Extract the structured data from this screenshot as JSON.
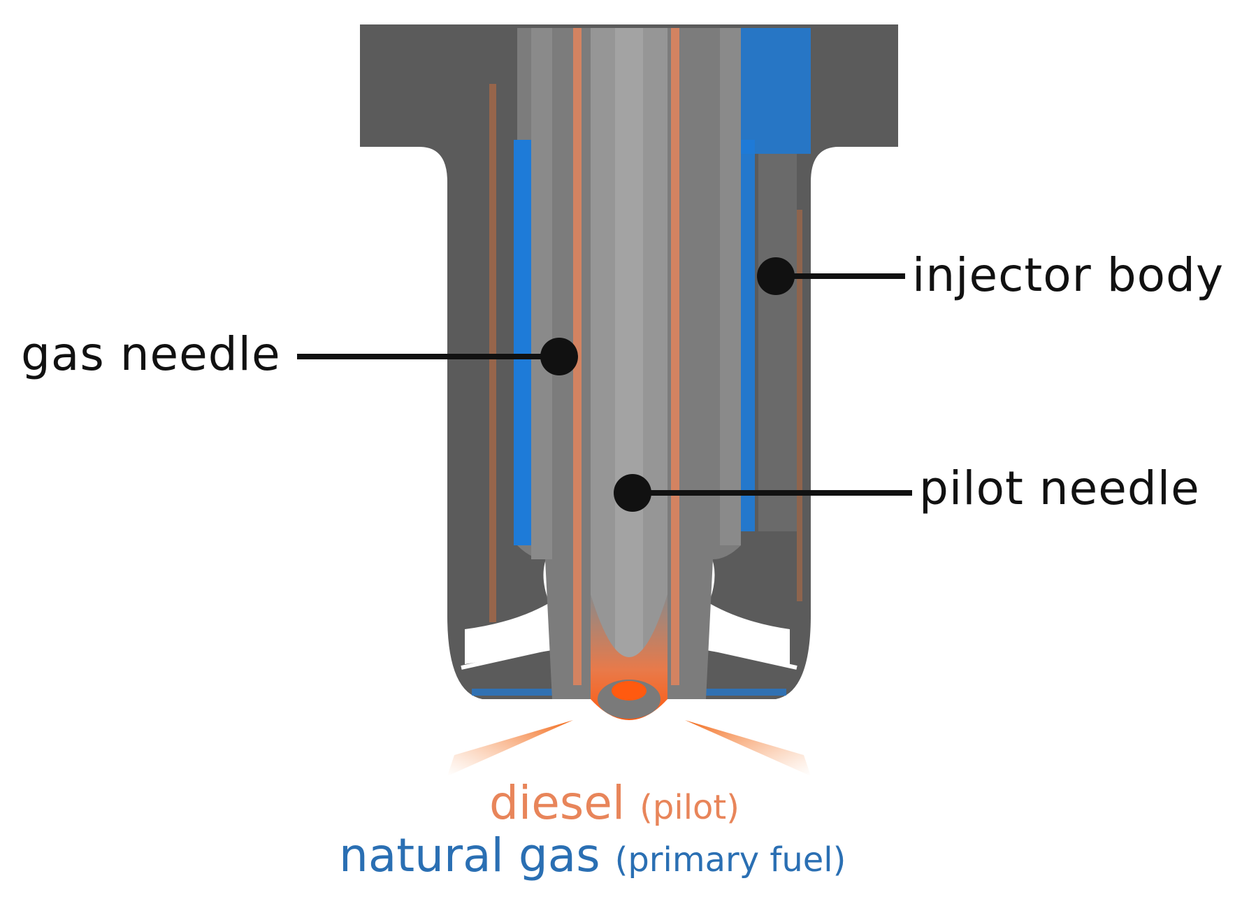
{
  "diagram": {
    "labels": {
      "injector_body": "injector body",
      "gas_needle": "gas needle",
      "pilot_needle": "pilot needle"
    },
    "legend": {
      "diesel": "diesel",
      "diesel_note": "(pilot)",
      "natural_gas": "natural gas",
      "natural_gas_note": "(primary fuel)"
    },
    "colors": {
      "body_dark": "#5b5b5b",
      "body_mid": "#6a6a6a",
      "needle_gray": "#8a8a8a",
      "diesel_orange": "#f07a3a",
      "gas_blue": "#1e7bd8",
      "label_text": "#111111",
      "legend_diesel": "#e8855a",
      "legend_gas": "#2a6fb3"
    }
  }
}
